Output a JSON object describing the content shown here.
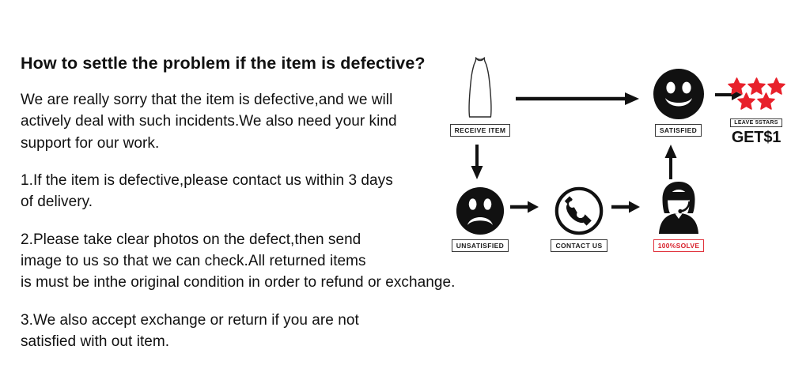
{
  "page": {
    "title": "How to settle the problem if the item is defective?",
    "paragraphs": [
      {
        "name": "apology-paragraph",
        "lines": [
          "We are really sorry that the item is defective,and we will",
          "actively deal with such incidents.We also need your kind",
          "support for our work."
        ]
      },
      {
        "name": "policy-item-1",
        "lines": [
          "1.If the item is defective,please contact us within 3 days",
          "of delivery."
        ]
      },
      {
        "name": "policy-item-2",
        "lines": [
          "2.Please take clear photos on the defect,then send",
          "image to us so that we can check.All returned items",
          "is must be inthe original condition in order to refund or exchange."
        ]
      },
      {
        "name": "policy-item-3",
        "lines": [
          "3.We also accept exchange or return if you are not",
          "satisfied with out item."
        ]
      }
    ]
  },
  "diagram": {
    "nodes": {
      "receive_item": {
        "icon": "dress-icon",
        "label": "RECEIVE ITEM"
      },
      "satisfied": {
        "icon": "smiley-happy-icon",
        "label": "SATISFIED"
      },
      "reward": {
        "icon": "five-stars-icon",
        "label": "LEAVE 5STARS",
        "bonus": "GET$1"
      },
      "unsatisfied": {
        "icon": "smiley-sad-icon",
        "label": "UNSATISFIED"
      },
      "contact_us": {
        "icon": "phone-circle-icon",
        "label": "CONTACT US"
      },
      "solve": {
        "icon": "support-agent-icon",
        "label": "100%SOLVE"
      }
    },
    "arrows": {
      "receive_to_satisfied": "arrow-right-long",
      "receive_to_unsatisfied": "arrow-down",
      "satisfied_to_reward": "arrow-right-short",
      "unsatisfied_to_contact": "arrow-right-short",
      "contact_to_solve": "arrow-right-short",
      "solve_to_satisfied": "arrow-up"
    }
  },
  "colors": {
    "star_red": "#e8212b",
    "badge_red": "#d8202b",
    "ink": "#111111",
    "background": "#ffffff"
  }
}
